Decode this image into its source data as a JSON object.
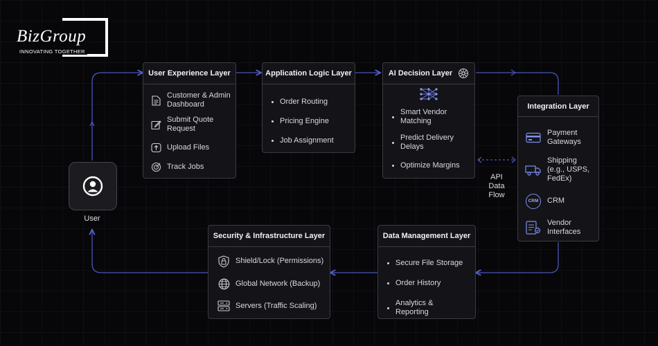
{
  "brand": {
    "name": "BizGroup",
    "tagline": "INNOVATING TOGETHER"
  },
  "user": {
    "label": "User"
  },
  "api_flow": {
    "line1": "API",
    "line2": "Data",
    "line3": "Flow"
  },
  "ux_layer": {
    "title": "User Experience Layer",
    "items": [
      {
        "label": "Customer & Admin Dashboard",
        "icon": "document-icon"
      },
      {
        "label": "Submit Quote Request",
        "icon": "edit-icon"
      },
      {
        "label": "Upload Files",
        "icon": "upload-icon"
      },
      {
        "label": "Track Jobs",
        "icon": "target-icon"
      }
    ]
  },
  "app_layer": {
    "title": "Application Logic Layer",
    "items": [
      "Order Routing",
      "Pricing Engine",
      "Job Assignment"
    ]
  },
  "ai_layer": {
    "title": "AI Decision Layer",
    "items": [
      "Smart Vendor Matching",
      "Predict Delivery Delays",
      "Optimize Margins"
    ]
  },
  "integration_layer": {
    "title": "Integration Layer",
    "items": [
      {
        "label": "Payment Gateways",
        "icon": "credit-card-icon"
      },
      {
        "label": "Shipping (e.g., USPS, FedEx)",
        "icon": "truck-icon"
      },
      {
        "label": "CRM",
        "icon": "crm-icon",
        "badge": "CRM"
      },
      {
        "label": "Vendor Interfaces",
        "icon": "vendor-icon"
      }
    ]
  },
  "data_layer": {
    "title": "Data Management Layer",
    "items": [
      "Secure File Storage",
      "Order History",
      "Analytics & Reporting"
    ]
  },
  "security_layer": {
    "title": "Security & Infrastructure Layer",
    "items": [
      {
        "label": "Shield/Lock (Permissions)",
        "icon": "shield-lock-icon"
      },
      {
        "label": "Global Network (Backup)",
        "icon": "globe-icon"
      },
      {
        "label": "Servers (Traffic Scaling)",
        "icon": "server-icon"
      }
    ]
  },
  "colors": {
    "arrow": "#4a56b8",
    "border": "#3a3a42",
    "box": "#141418"
  }
}
